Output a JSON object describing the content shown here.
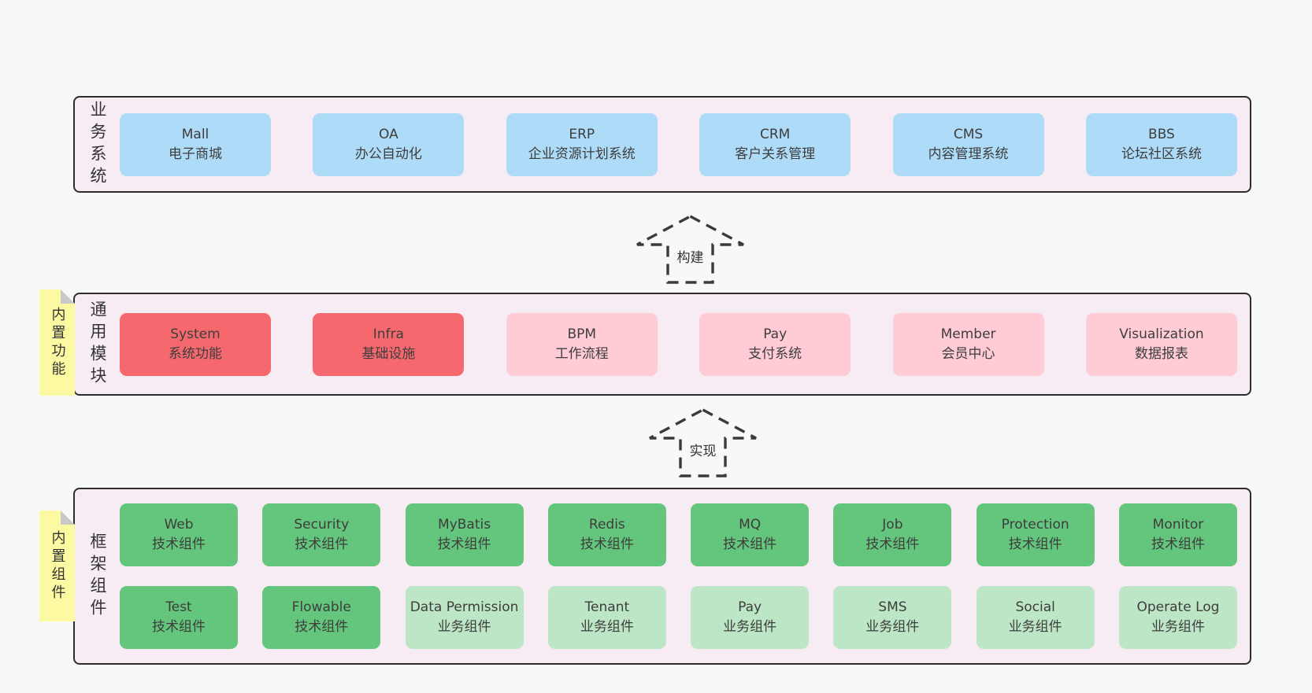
{
  "diagram": {
    "layers": [
      {
        "label": "业务系统",
        "boxes": [
          {
            "title": "Mall",
            "subtitle": "电子商城",
            "variant": "blue"
          },
          {
            "title": "OA",
            "subtitle": "办公自动化",
            "variant": "blue"
          },
          {
            "title": "ERP",
            "subtitle": "企业资源计划系统",
            "variant": "blue"
          },
          {
            "title": "CRM",
            "subtitle": "客户关系管理",
            "variant": "blue"
          },
          {
            "title": "CMS",
            "subtitle": "内容管理系统",
            "variant": "blue"
          },
          {
            "title": "BBS",
            "subtitle": "论坛社区系统",
            "variant": "blue"
          }
        ]
      },
      {
        "label": "通用模块",
        "sticky_note": "内置功能",
        "boxes": [
          {
            "title": "System",
            "subtitle": "系统功能",
            "variant": "red"
          },
          {
            "title": "Infra",
            "subtitle": "基础设施",
            "variant": "red"
          },
          {
            "title": "BPM",
            "subtitle": "工作流程",
            "variant": "pink"
          },
          {
            "title": "Pay",
            "subtitle": "支付系统",
            "variant": "pink"
          },
          {
            "title": "Member",
            "subtitle": "会员中心",
            "variant": "pink"
          },
          {
            "title": "Visualization",
            "subtitle": "数据报表",
            "variant": "pink"
          }
        ]
      },
      {
        "label": "框架组件",
        "sticky_note": "内置组件",
        "rows": [
          [
            {
              "title": "Web",
              "subtitle": "技术组件",
              "variant": "green"
            },
            {
              "title": "Security",
              "subtitle": "技术组件",
              "variant": "green"
            },
            {
              "title": "MyBatis",
              "subtitle": "技术组件",
              "variant": "green"
            },
            {
              "title": "Redis",
              "subtitle": "技术组件",
              "variant": "green"
            },
            {
              "title": "MQ",
              "subtitle": "技术组件",
              "variant": "green"
            },
            {
              "title": "Job",
              "subtitle": "技术组件",
              "variant": "green"
            },
            {
              "title": "Protection",
              "subtitle": "技术组件",
              "variant": "green"
            },
            {
              "title": "Monitor",
              "subtitle": "技术组件",
              "variant": "green"
            }
          ],
          [
            {
              "title": "Test",
              "subtitle": "技术组件",
              "variant": "green"
            },
            {
              "title": "Flowable",
              "subtitle": "技术组件",
              "variant": "green"
            },
            {
              "title": "Data Permission",
              "subtitle": "业务组件",
              "variant": "lightgreen"
            },
            {
              "title": "Tenant",
              "subtitle": "业务组件",
              "variant": "lightgreen"
            },
            {
              "title": "Pay",
              "subtitle": "业务组件",
              "variant": "lightgreen"
            },
            {
              "title": "SMS",
              "subtitle": "业务组件",
              "variant": "lightgreen"
            },
            {
              "title": "Social",
              "subtitle": "业务组件",
              "variant": "lightgreen"
            },
            {
              "title": "Operate Log",
              "subtitle": "业务组件",
              "variant": "lightgreen"
            }
          ]
        ]
      }
    ],
    "arrows": [
      {
        "label": "构建"
      },
      {
        "label": "实现"
      }
    ],
    "colors": {
      "page_bg": "#f8f8f8",
      "panel_bg": "#f7ecf4",
      "panel_border": "#2d2d2d",
      "blue": "#aedcf8",
      "red": "#f5696e",
      "pink": "#ffcbd4",
      "green": "#64c57c",
      "light_green": "#bde6c6",
      "sticky_yellow": "#fbf9a2",
      "sticky_fold": "#c8c8c8",
      "text": "#3d3d3d"
    }
  }
}
